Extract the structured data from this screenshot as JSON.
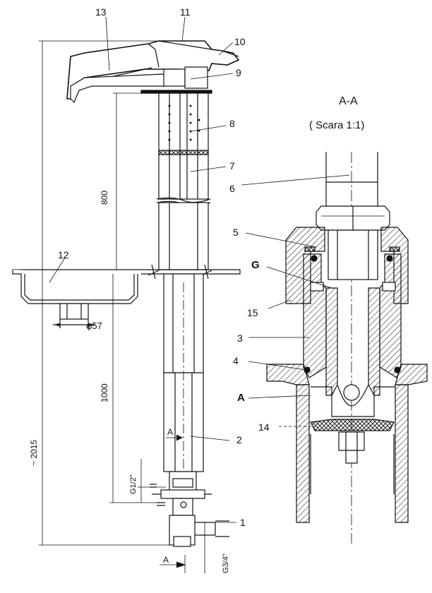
{
  "section": {
    "title": "A-A",
    "scale": "( Scara 1:1)"
  },
  "part_numbers": {
    "p1": "1",
    "p2": "2",
    "p3": "3",
    "p4": "4",
    "p5": "5",
    "p6": "6",
    "p7": "7",
    "p8": "8",
    "p9": "9",
    "p10": "10",
    "p11": "11",
    "p12": "12",
    "p13": "13",
    "p14": "14",
    "p15": "15"
  },
  "letters": {
    "g": "G",
    "a_bold": "A",
    "a_top": "A",
    "a_bottom": "A"
  },
  "dimensions": {
    "d800": "800",
    "d1000": "1000",
    "d2015": "~ 2015",
    "g12": "G1/2\"",
    "g34": "G3/4\"",
    "phi57": "φ57"
  },
  "colors": {
    "line": "#111111",
    "hatch": "#333333",
    "background": "#ffffff"
  }
}
